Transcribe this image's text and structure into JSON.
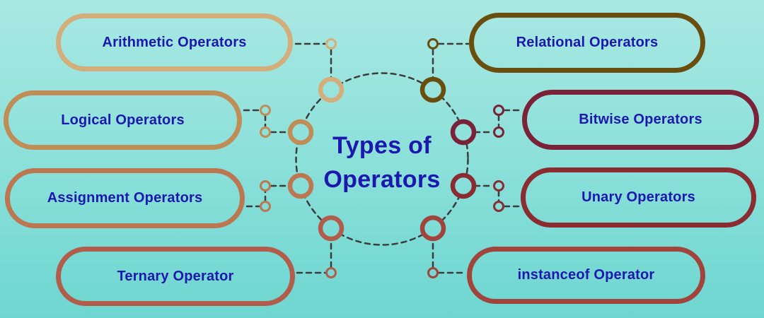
{
  "title": {
    "line1": "Types of",
    "line2": "Operators"
  },
  "colors": {
    "title_text": "#1c18ae",
    "label_text": "#1c18ae",
    "connector_dash": "#3c3c3c",
    "background_top": "#a9e8e3",
    "background_bottom": "#6ed6d0"
  },
  "nodes": [
    {
      "label": "Arithmetic Operators",
      "color": "#d3ad7a"
    },
    {
      "label": "Logical Operators",
      "color": "#bf8d55"
    },
    {
      "label": "Assignment Operators",
      "color": "#bd7750"
    },
    {
      "label": "Ternary Operator",
      "color": "#b25c4b"
    },
    {
      "label": "Relational Operators",
      "color": "#6a4e0e"
    },
    {
      "label": "Bitwise Operators",
      "color": "#7b2239"
    },
    {
      "label": "Unary Operators",
      "color": "#8b2c31"
    },
    {
      "label": "instanceof Operator",
      "color": "#a1453c"
    }
  ]
}
